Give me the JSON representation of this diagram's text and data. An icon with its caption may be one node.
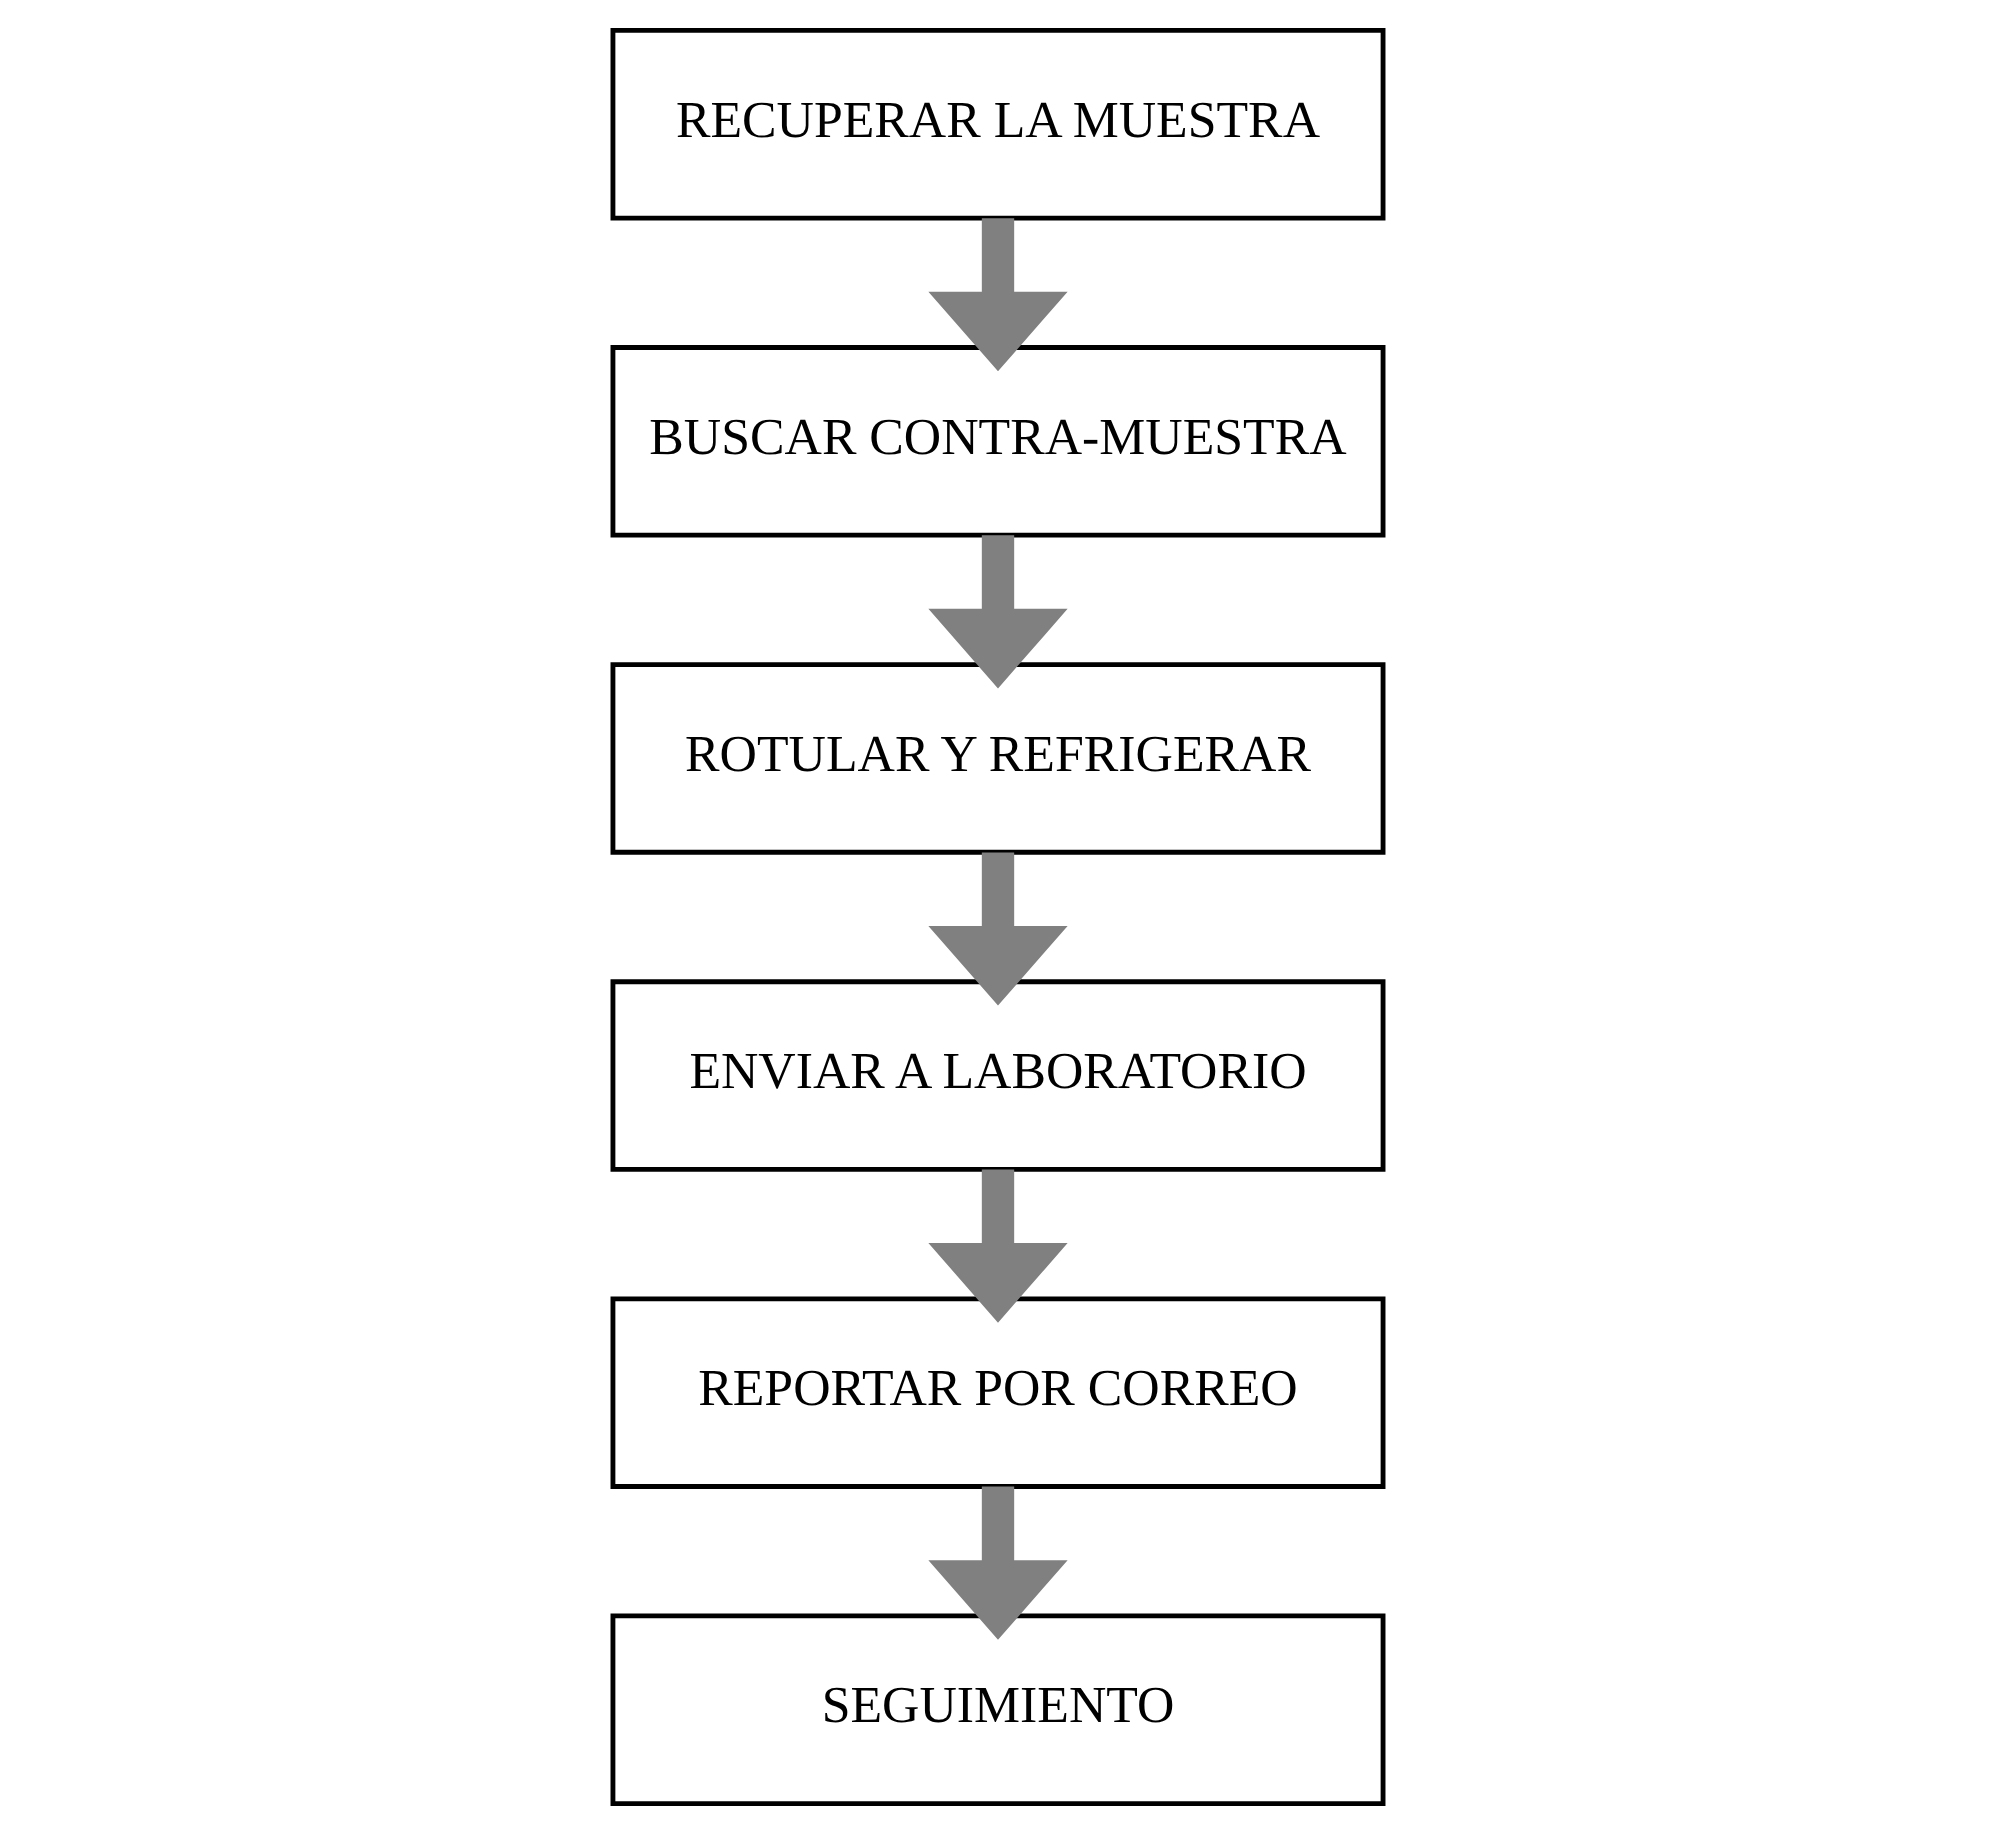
{
  "diagram": {
    "nodes": [
      {
        "text": [
          "RECUPERAR LA MUESTRA"
        ]
      },
      {
        "text": [
          "BUSCAR CONTRA-MUESTRA"
        ]
      },
      {
        "text": [
          "ROTULAR Y REFRIGERAR"
        ]
      },
      {
        "text": [
          "ENVIAR A LABORATORIO"
        ]
      },
      {
        "text": [
          "REPORTAR POR CORREO"
        ]
      },
      {
        "text": [
          "SEGUIMIENTO"
        ]
      }
    ],
    "edges": [
      {
        "from": 0,
        "to": 1,
        "arrow": "to"
      },
      {
        "from": 1,
        "to": 2,
        "arrow": "to"
      },
      {
        "from": 2,
        "to": 3,
        "arrow": "to"
      },
      {
        "from": 3,
        "to": 4,
        "arrow": "to"
      },
      {
        "from": 4,
        "to": 5,
        "arrow": "to"
      }
    ]
  }
}
